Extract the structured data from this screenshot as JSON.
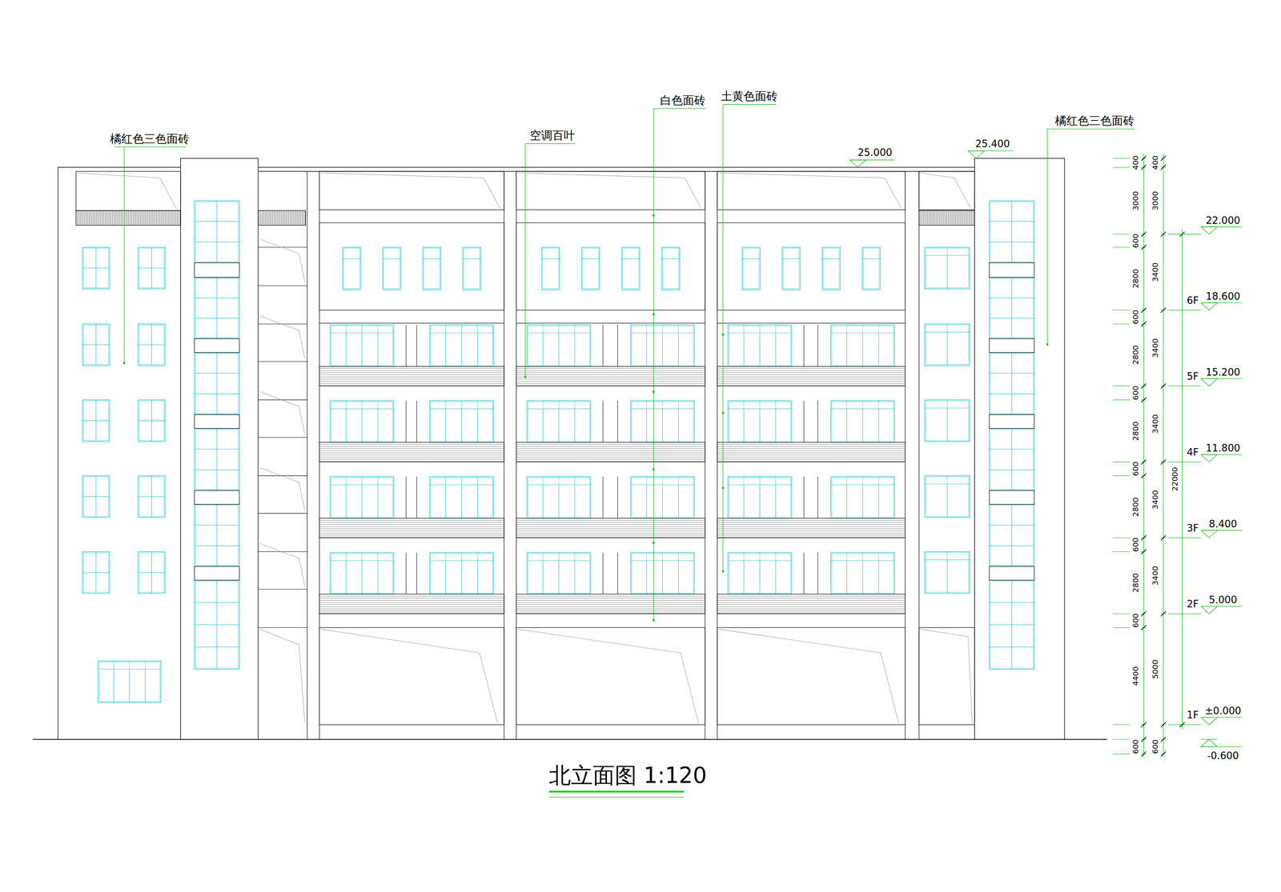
{
  "diagram": {
    "title": "北立面图 1:120",
    "labels": [
      "橘红色三色面砖",
      "空调百叶",
      "白色面砖",
      "土黄色面砖",
      "橘红色三色面砖",
      "25.000",
      "25.400",
      "22.000",
      "6F",
      "18.600",
      "5F",
      "15.200",
      "4F",
      "11.800",
      "3F",
      "8.400",
      "2F",
      "5.000",
      "1F",
      "±0.000",
      "-0.600",
      "400",
      "3000",
      "600",
      "2800",
      "600",
      "2800",
      "600",
      "2800",
      "600",
      "2800",
      "600",
      "2800",
      "600",
      "4400",
      "600",
      "400",
      "3000",
      "3400",
      "3400",
      "3400",
      "3400",
      "3400",
      "5000",
      "600",
      "22000"
    ]
  }
}
